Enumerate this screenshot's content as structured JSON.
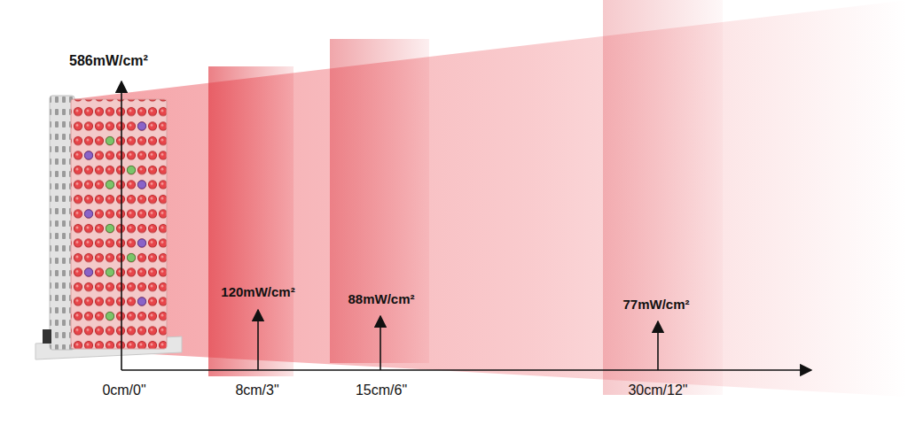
{
  "diagram": {
    "labels": [
      "586mW/cm²",
      "120mW/cm²",
      "88mW/cm²",
      "77mW/cm²",
      "0cm/0\"",
      "8cm/3\"",
      "15cm/6\"",
      "30cm/12\""
    ]
  }
}
